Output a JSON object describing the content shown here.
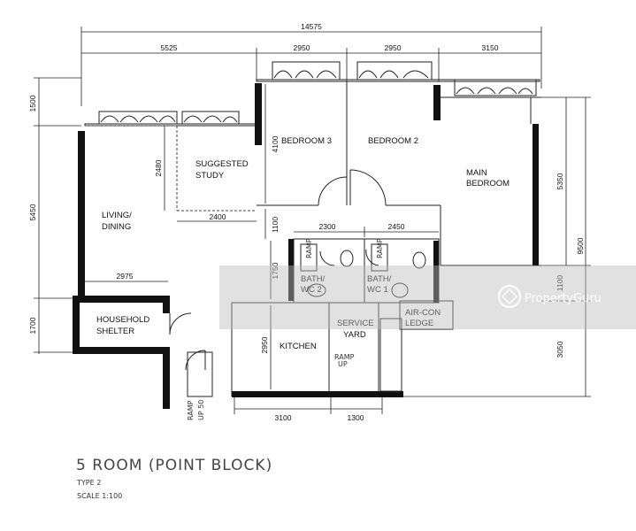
{
  "plan": {
    "title": "5 ROOM (POINT BLOCK)",
    "type": "TYPE 2",
    "scale": "SCALE  1:100"
  },
  "dimensions": {
    "top_total": "14575",
    "top_1": "5525",
    "top_2": "2950",
    "top_3": "2950",
    "top_4": "3150",
    "left_1": "1500",
    "left_2": "5450",
    "left_3": "1700",
    "study_h": "2480",
    "study_w": "2400",
    "bed3_h": "4100",
    "corridor_h": "1100",
    "bath_w1": "2300",
    "bath_w2": "2450",
    "bath_h": "1750",
    "living_w": "2975",
    "kitchen_h": "2950",
    "bottom_1": "3100",
    "bottom_2": "1300",
    "right_1": "5350",
    "right_total": "9500",
    "right_2": "1100",
    "right_3": "3050"
  },
  "rooms": {
    "bedroom3": "BEDROOM 3",
    "bedroom2": "BEDROOM 2",
    "main_bedroom_1": "MAIN",
    "main_bedroom_2": "BEDROOM",
    "study_1": "SUGGESTED",
    "study_2": "STUDY",
    "living_1": "LIVING/",
    "living_2": "DINING",
    "bath2_1": "BATH/",
    "bath2_2": "WC 2",
    "bath1_1": "BATH/",
    "bath1_2": "WC 1",
    "aircon_1": "AIR-CON",
    "aircon_2": "LEDGE",
    "shelter_1": "HOUSEHOLD",
    "shelter_2": "SHELTER",
    "service_1": "SERVICE",
    "service_2": "YARD",
    "kitchen": "KITCHEN",
    "ramp_up": "RAMP",
    "ramp_up_2": "UP",
    "ramp_50_1": "RAMP",
    "ramp_50_2": "UP 50"
  },
  "watermark": {
    "brand": "PropertyGuru"
  }
}
